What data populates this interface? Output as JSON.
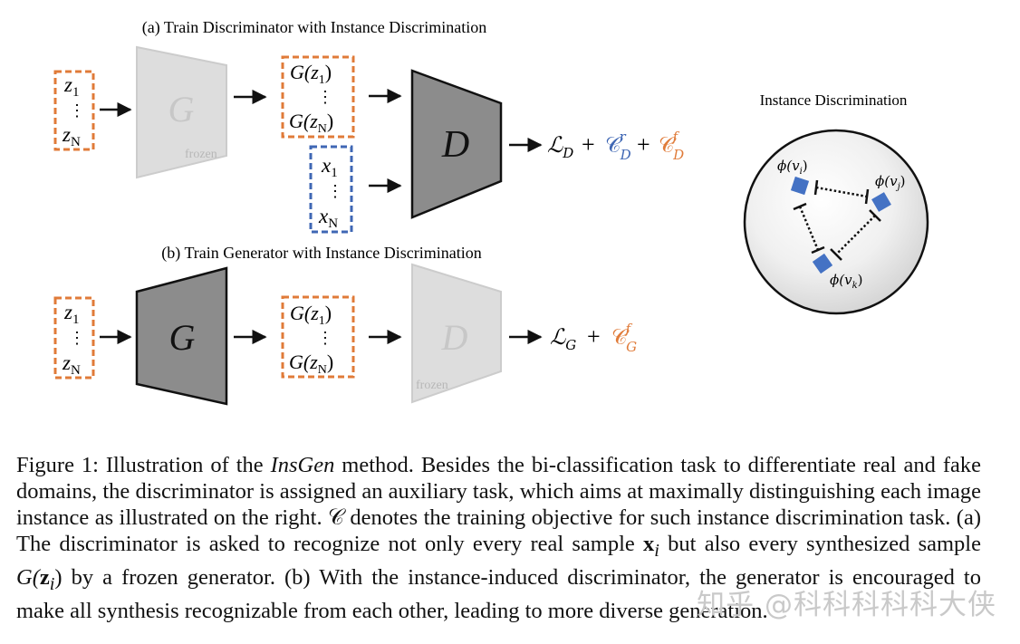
{
  "panel_a": {
    "title": "(a) Train Discriminator with Instance Discrimination",
    "z_top": "z",
    "z_top_sub": "1",
    "z_bot": "z",
    "z_bot_sub": "N",
    "generator": "G",
    "frozen": "frozen",
    "gz_top": "G(z",
    "gz_top_sub": "1",
    "gz_close": ")",
    "gz_bot": "G(z",
    "gz_bot_sub": "N",
    "x_top": "x",
    "x_top_sub": "1",
    "x_bot": "x",
    "x_bot_sub": "N",
    "discriminator": "D",
    "loss": "ℒ",
    "loss_sub": "D",
    "plus": "+",
    "c_real": "𝒞",
    "c_real_sup": "r",
    "c_real_sub": "D",
    "c_fake": "𝒞",
    "c_fake_sup": "f",
    "c_fake_sub": "D"
  },
  "panel_b": {
    "title": "(b) Train Generator with Instance Discrimination",
    "generator": "G",
    "discriminator": "D",
    "frozen": "frozen",
    "loss": "ℒ",
    "loss_sub": "G",
    "plus": "+",
    "c_fake": "𝒞",
    "c_fake_sup": "f",
    "c_fake_sub": "G"
  },
  "instance": {
    "title": "Instance Discrimination",
    "phi": "ϕ(v",
    "sub_i": "i",
    "sub_j": "j",
    "sub_k": "k",
    "close": ")"
  },
  "colors": {
    "orange": "#e07b39",
    "blue": "#3f67b4",
    "dark_gray": "#8c8c8c",
    "light_gray": "#dddddd"
  },
  "caption": {
    "lead": "Figure 1:  Illustration of the ",
    "name": "InsGen",
    "p1": " method. Besides the bi-classification task to differentiate real and fake domains, the discriminator is assigned an auxiliary task, which aims at maximally distinguishing each image instance as illustrated on the right. ",
    "c_symbol": "𝒞",
    "p2": " denotes the training objective for such instance discrimination task. (a) The discriminator is asked to recognize not only every real sample ",
    "x_bold": "x",
    "x_sub": "i",
    "p3": " but also every synthesized sample ",
    "g_open": "G(",
    "z_bold": "z",
    "z_sub": "i",
    "g_close": ")",
    "p4": " by a frozen generator. (b) With the instance-induced discriminator, the generator is encouraged to make all synthesis recognizable from each other, leading to more diverse generation."
  },
  "watermark": "知乎 @科科科科科大侠"
}
